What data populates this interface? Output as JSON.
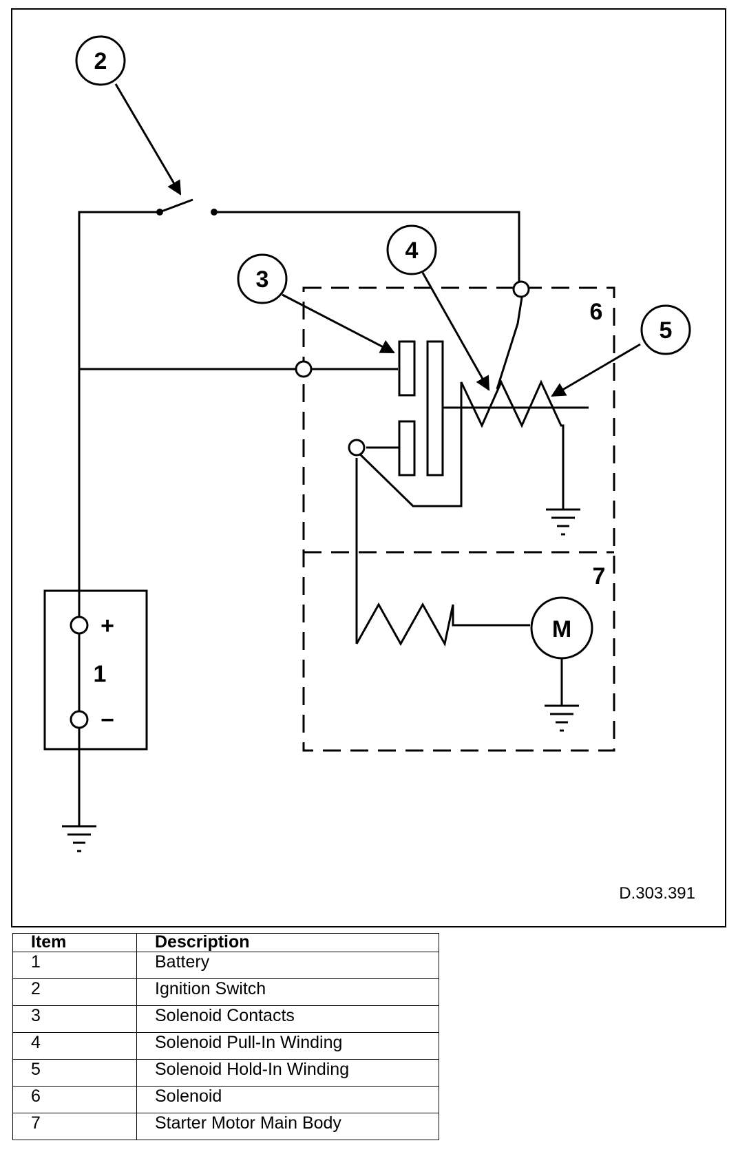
{
  "diagram": {
    "callouts": [
      "1",
      "2",
      "3",
      "4",
      "5",
      "6",
      "7"
    ],
    "battery_plus": "+",
    "battery_minus": "−",
    "motor_label": "M",
    "reference_code": "D.303.391"
  },
  "legend": {
    "headers": {
      "item": "Item",
      "description": "Description"
    },
    "rows": [
      {
        "item": "1",
        "description": "Battery"
      },
      {
        "item": "2",
        "description": "Ignition Switch"
      },
      {
        "item": "3",
        "description": "Solenoid Contacts"
      },
      {
        "item": "4",
        "description": "Solenoid Pull-In Winding"
      },
      {
        "item": "5",
        "description": "Solenoid Hold-In Winding"
      },
      {
        "item": "6",
        "description": "Solenoid"
      },
      {
        "item": "7",
        "description": "Starter Motor Main Body"
      }
    ]
  }
}
